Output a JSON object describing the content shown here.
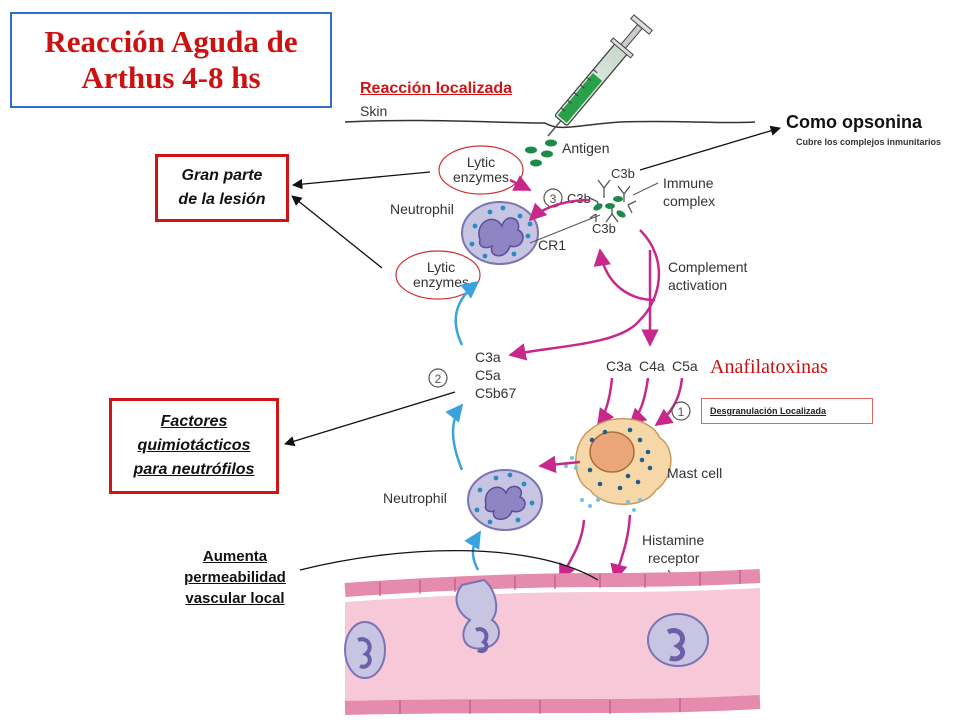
{
  "title": {
    "line1": "Reacción Aguda de",
    "line2": "Arthus 4-8 hs"
  },
  "header": {
    "localized": "Reacción localizada"
  },
  "figure_labels": {
    "skin": "Skin",
    "antigen": "Antigen",
    "c3b": "C3b",
    "immune_complex": "Immune complex",
    "lytic_enzymes": "Lytic enzymes",
    "neutrophil": "Neutrophil",
    "cr1": "CR1",
    "complement_activation": "Complement activation",
    "c3a": "C3a",
    "c5a": "C5a",
    "c5b67": "C5b67",
    "c4a": "C4a",
    "mast_cell": "Mast cell",
    "histamine_receptor": "Histamine receptor",
    "step1": "1",
    "step2": "2",
    "step3": "3"
  },
  "annotations": {
    "opsonin_title": "Como opsonina",
    "opsonin_sub": "Cubre los complejos inmunitarios",
    "lesion_line1": "Gran parte",
    "lesion_line2": "de la lesión",
    "chemotactic_line1": "Factores",
    "chemotactic_line2": "quimiotácticos",
    "chemotactic_line3": "para neutrófilos",
    "anaphylatoxins": "Anafilatoxinas",
    "degranulation": "Desgranulación Localizada",
    "permeability_line1": "Aumenta",
    "permeability_line2": "permeabilidad",
    "permeability_line3": "vascular local"
  },
  "colors": {
    "title_red": "#cc1111",
    "box_red": "#d01414",
    "title_border_blue": "#2f6fd0",
    "magenta_arrow": "#c7288a",
    "blue_arrow": "#3aa2dc",
    "vessel_pink": "#f6c8d8",
    "cell_purple": "#c8c5e3",
    "antigen_green": "#1e8a4a"
  }
}
